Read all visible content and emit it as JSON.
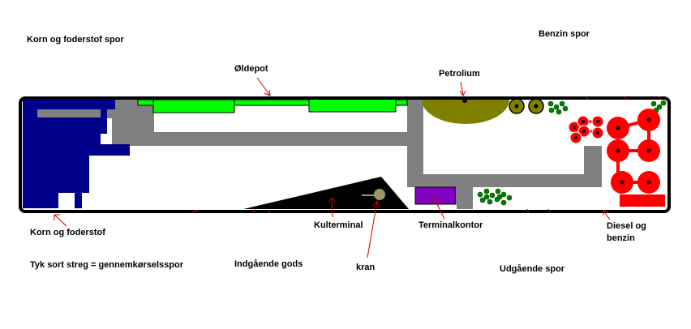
{
  "labels": {
    "korn_foderstof_spor": "Korn og foderstof spor",
    "benzin_spor": "Benzin spor",
    "oldepot": "Øldepot",
    "petrolium": "Petrolium",
    "korn_foderstof": "Korn og foderstof",
    "tyk_sort_streg": "Tyk sort streg = gennemkørselsspor",
    "indgaaende_gods": "Indgående gods",
    "kulterminal": "Kulterminal",
    "kran": "kran",
    "terminalkontor": "Terminalkontor",
    "udgaaende_spor": "Udgående spor",
    "diesel_og": "Diesel og",
    "benzin": "benzin"
  },
  "colors": {
    "track": "#000000",
    "grain": "#00008b",
    "beer": "#00ff00",
    "road": "#808080",
    "petroleum": "#808000",
    "coal": "#000000",
    "crane": "#999966",
    "office": "#8000c0",
    "fuel": "#ff0000",
    "trees": "#008000",
    "arrow": "#cc0000"
  },
  "icons": {
    "tree": "tree-cluster-icon",
    "tank": "tank-icon",
    "arrow": "pointer-arrow-icon"
  }
}
